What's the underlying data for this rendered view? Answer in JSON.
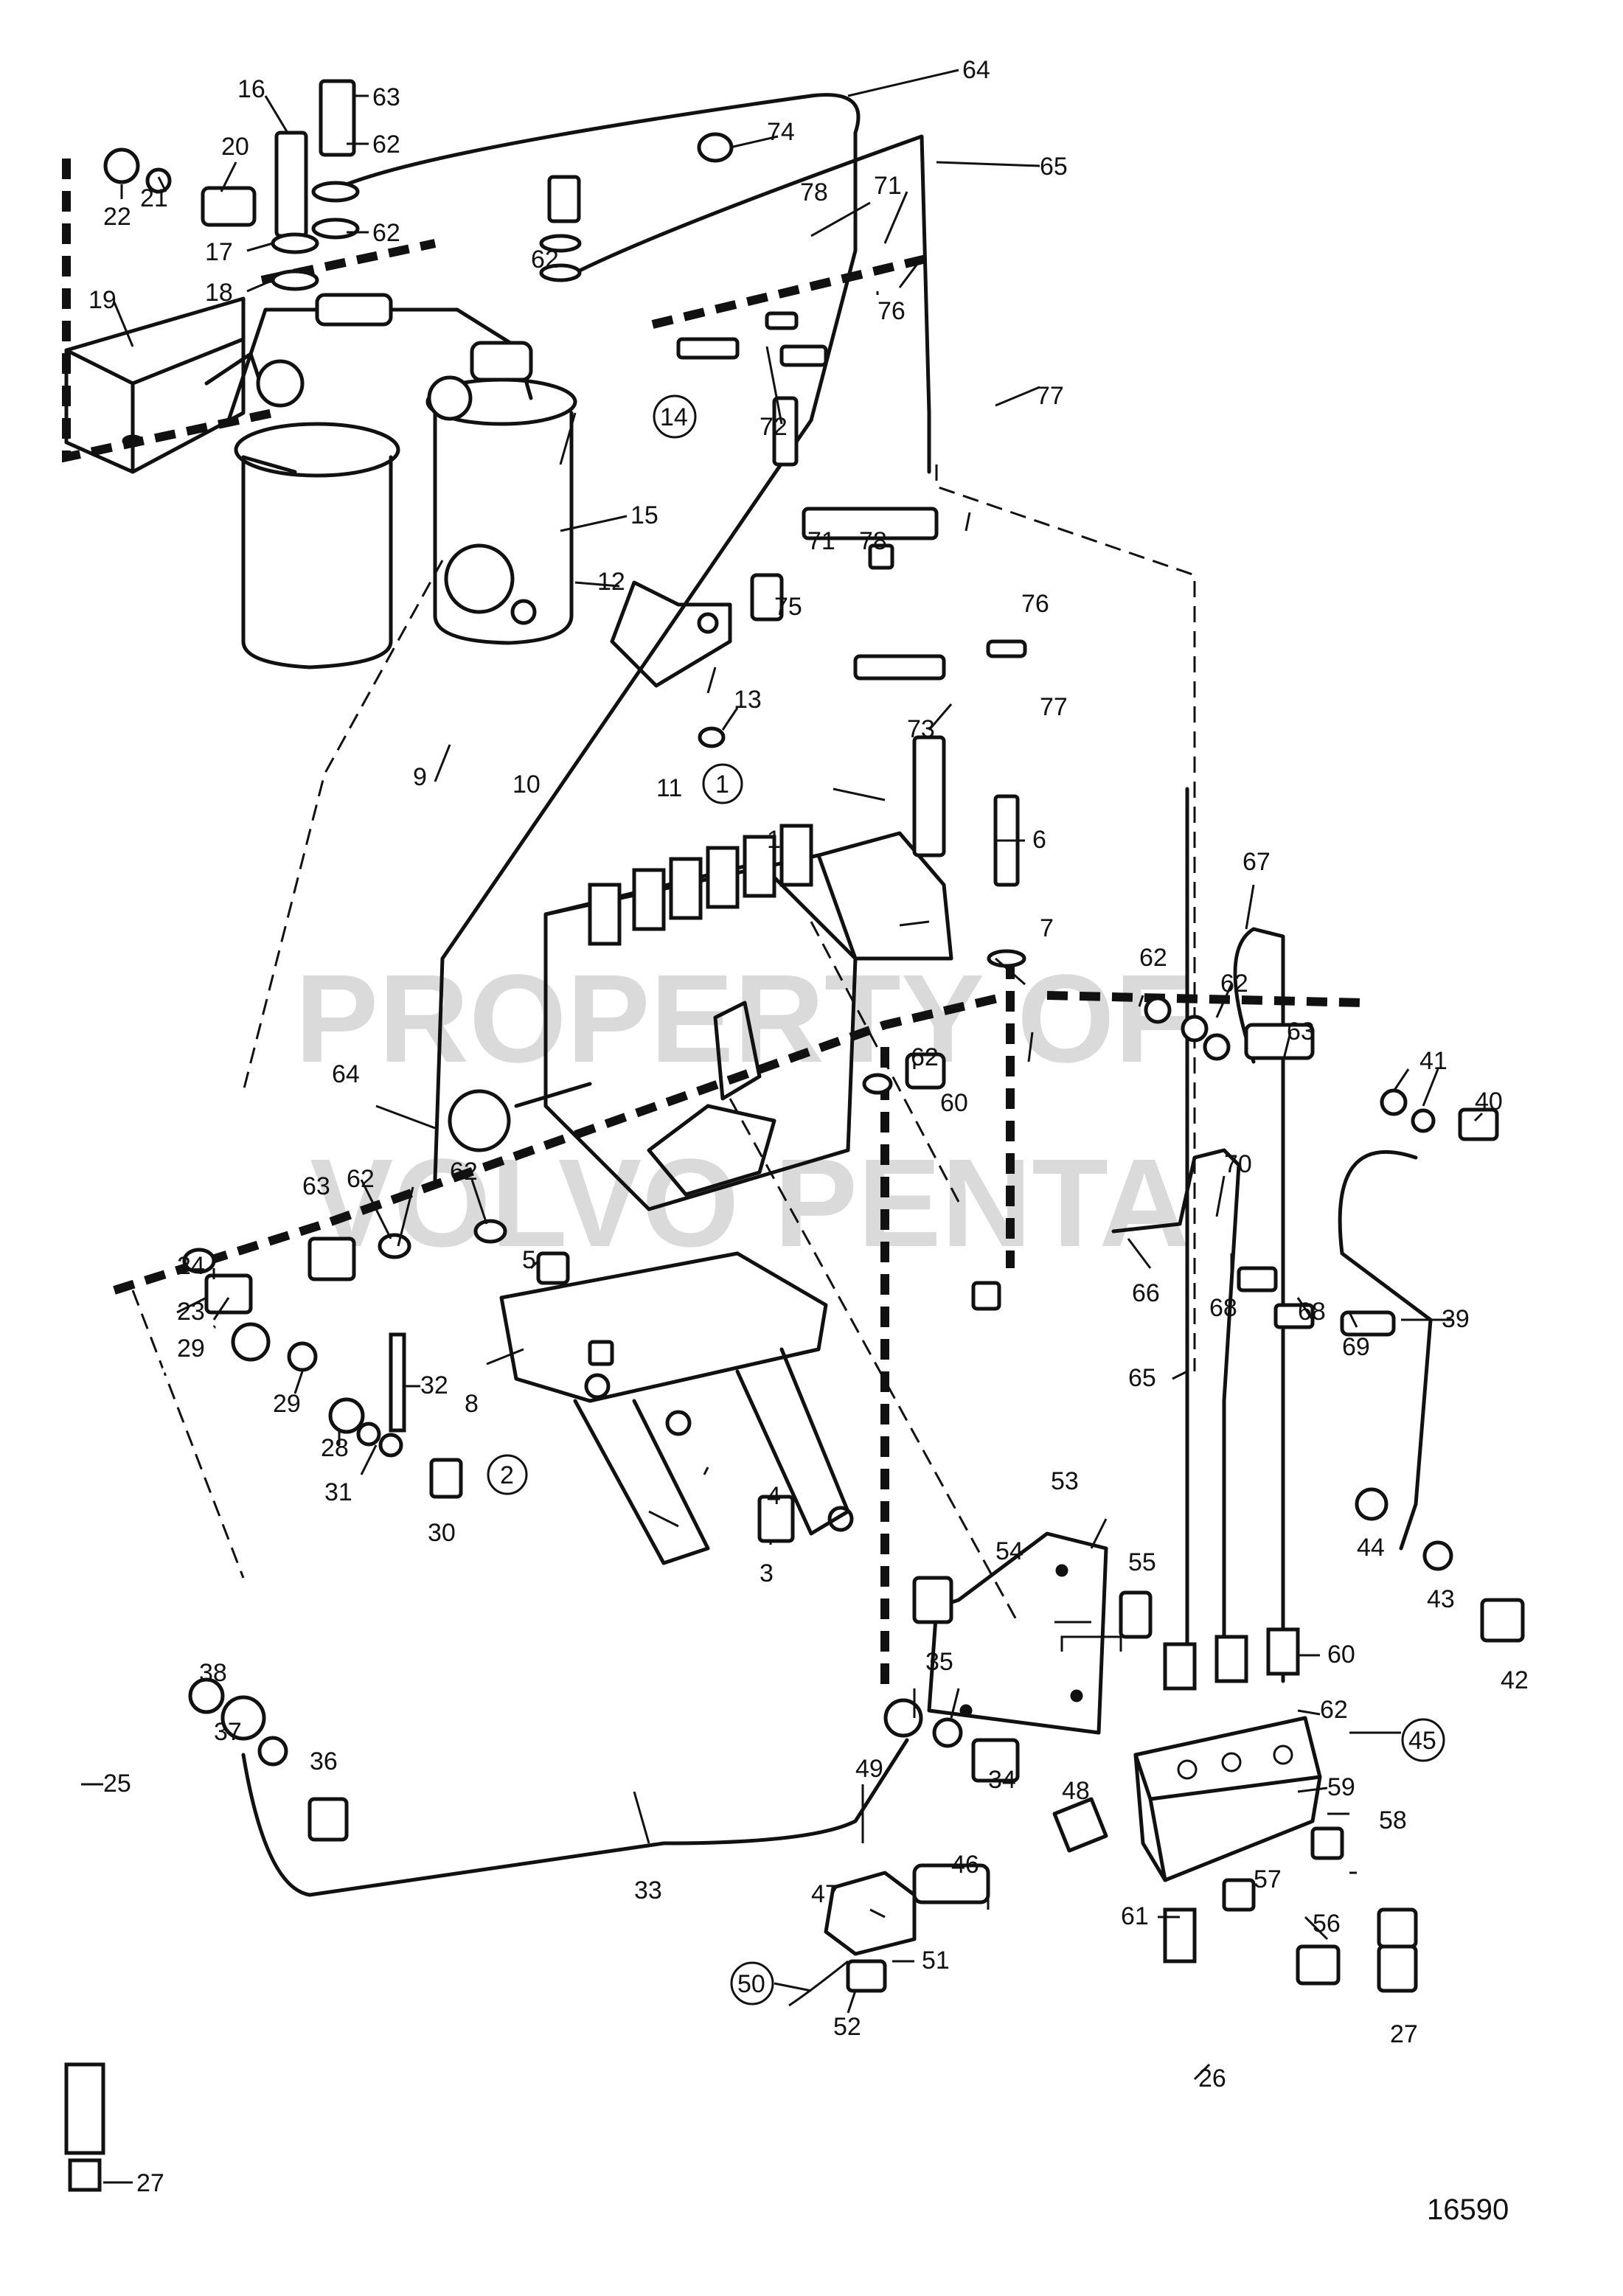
{
  "figure_number": "16590",
  "watermark": [
    "PROPERTY OF",
    "VOLVO PENTA"
  ],
  "callouts": [
    "1",
    "2",
    "3",
    "4",
    "5",
    "6",
    "7",
    "8",
    "9",
    "10",
    "11",
    "12",
    "13",
    "14",
    "15",
    "16",
    "17",
    "18",
    "19",
    "20",
    "21",
    "22",
    "23",
    "24",
    "25",
    "26",
    "27",
    "28",
    "29",
    "30",
    "31",
    "32",
    "33",
    "34",
    "35",
    "36",
    "37",
    "38",
    "39",
    "40",
    "41",
    "42",
    "43",
    "44",
    "45",
    "46",
    "47",
    "48",
    "49",
    "50",
    "51",
    "52",
    "53",
    "54",
    "55",
    "56",
    "57",
    "58",
    "59",
    "60",
    "61",
    "62",
    "63",
    "64",
    "65",
    "66",
    "67",
    "68",
    "69",
    "70",
    "71",
    "72",
    "73",
    "74",
    "75",
    "76",
    "77",
    "78"
  ],
  "circled_callouts": [
    "1",
    "2",
    "14",
    "45",
    "50"
  ]
}
